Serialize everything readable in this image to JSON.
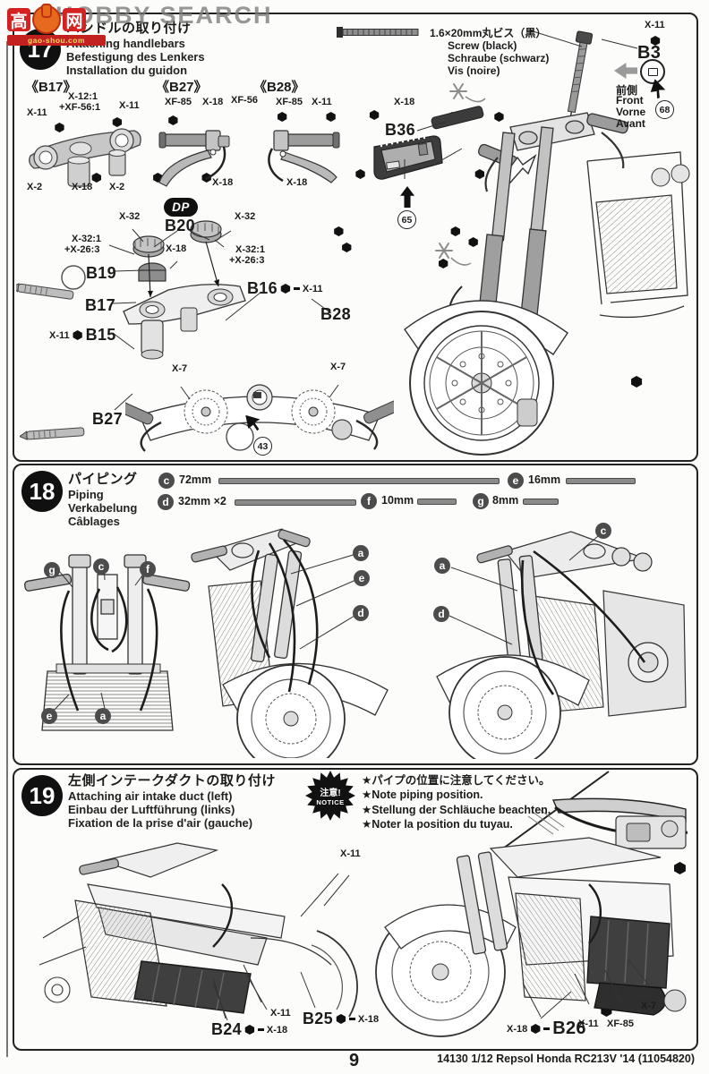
{
  "w": {
    "search": "HOBBY SEARCH",
    "c1": "高",
    "c2": "网",
    "domain": "gao-shou.com"
  },
  "ft": {
    "page": "9",
    "kit": "14130  1/12 Repsol Honda RC213V '14 (11054820)"
  },
  "s17": {
    "num": "17",
    "title_ja": "ハンドルの取り付け",
    "title_en": "Attaching handlebars",
    "title_de": "Befestigung des Lenkers",
    "title_fr": "Installation du guidon",
    "screw_ja": "1.6×20mm丸ビス（黒）",
    "screw_en": "Screw (black)",
    "screw_de": "Schraube (schwarz)",
    "screw_fr": "Vis (noire)",
    "b3": "B3",
    "b3_paint": "X-11",
    "front_ja": "前側",
    "front_en": "Front",
    "front_de": "Vorne",
    "front_fr": "Avant",
    "c68": "68",
    "c65": "65",
    "c43": "43",
    "sub17": {
      "name": "《B17》",
      "p_left": "X-11",
      "mix1": "X-12:1",
      "mix2": "+XF-56:1",
      "p_right": "X-11",
      "p_b1": "X-2",
      "p_b2": "X-18",
      "p_b3": "X-2"
    },
    "sub27": {
      "name": "《B27》",
      "p1": "XF-85",
      "p2": "X-18",
      "p3": "XF-56",
      "p4": "X-18"
    },
    "sub28": {
      "name": "《B28》",
      "p1": "XF-85",
      "p2": "X-11",
      "p3": "X-18"
    },
    "dp": "DP",
    "b20": "B20",
    "x32l": "X-32",
    "x32r": "X-32",
    "mixl1": "X-32:1",
    "mixl2": "+X-26:3",
    "mixr1": "X-32:1",
    "mixr2": "+X-26:3",
    "x18mid": "X-18",
    "b19": "B19",
    "b17": "B17",
    "b16": "B16",
    "b16_paint": "X-11",
    "b15": "B15",
    "b15_paint": "X-11",
    "b28": "B28",
    "b27": "B27",
    "x7l": "X-7",
    "x7r": "X-7",
    "b36": "B36",
    "b36_paint": "X-18"
  },
  "s18": {
    "num": "18",
    "title_ja": "パイピング",
    "title_en": "Piping",
    "title_de": "Verkabelung",
    "title_fr": "Câblages",
    "tubes": [
      {
        "id": "c",
        "len": "72mm"
      },
      {
        "id": "d",
        "len": "32mm ×2"
      },
      {
        "id": "e",
        "len": "16mm"
      },
      {
        "id": "f",
        "len": "10mm"
      },
      {
        "id": "g",
        "len": "8mm"
      }
    ],
    "d1": {
      "g": "g",
      "c": "c",
      "f": "f",
      "e": "e",
      "a": "a"
    },
    "d2": {
      "a": "a",
      "e": "e",
      "d": "d"
    },
    "d3": {
      "c": "c",
      "a": "a",
      "d": "d"
    }
  },
  "s19": {
    "num": "19",
    "title_ja": "左側インテークダクトの取り付け",
    "title_en": "Attaching air intake duct (left)",
    "title_de": "Einbau der Luftführung (links)",
    "title_fr": "Fixation de la prise d'air (gauche)",
    "badge_ja": "注意!",
    "badge_en": "NOTICE",
    "n_ja": "★パイプの位置に注意してください。",
    "n_en": "★Note piping position.",
    "n_de": "★Stellung der Schläuche beachten.",
    "n_fr": "★Noter la position du tuyau.",
    "x11a": "X-11",
    "b24": "B24",
    "b24_paint": "X-18",
    "x11b": "X-11",
    "b25": "B25",
    "b25_paint": "X-18",
    "b26": "B26",
    "b26_paint": "X-18",
    "b26_p2": "X-11",
    "b26_p3": "XF-85",
    "b26_p4": "X-7"
  }
}
